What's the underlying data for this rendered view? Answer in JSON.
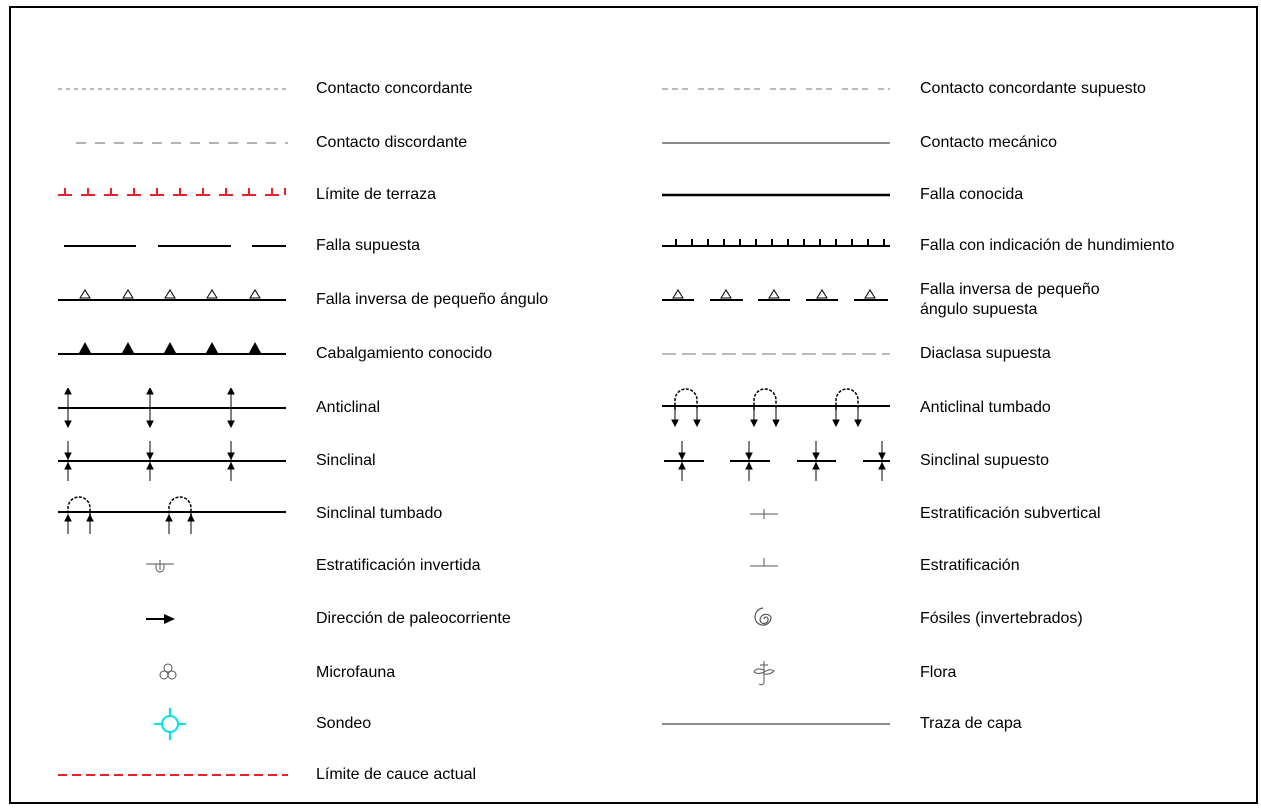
{
  "legend": {
    "left": [
      {
        "label": "Contacto concordante",
        "symbol": "dotted-line-icon"
      },
      {
        "label": "Contacto discordante",
        "symbol": "dashed-line-icon"
      },
      {
        "label": "Límite de terraza",
        "symbol": "red-terrace-line-icon"
      },
      {
        "label": "Falla supuesta",
        "symbol": "long-dash-line-icon"
      },
      {
        "label": "Falla inversa de pequeño ángulo",
        "symbol": "open-triangles-line-icon"
      },
      {
        "label": "Cabalgamiento conocido",
        "symbol": "filled-triangles-line-icon"
      },
      {
        "label": "Anticlinal",
        "symbol": "anticline-icon"
      },
      {
        "label": "Sinclinal",
        "symbol": "syncline-icon"
      },
      {
        "label": "Sinclinal tumbado",
        "symbol": "overturned-syncline-icon"
      },
      {
        "label": "Estratificación invertida",
        "symbol": "inverted-bedding-icon"
      },
      {
        "label": "Dirección de paleocorriente",
        "symbol": "arrow-right-icon"
      },
      {
        "label": "Microfauna",
        "symbol": "microfauna-icon"
      },
      {
        "label": "Sondeo",
        "symbol": "borehole-icon"
      },
      {
        "label": "Límite de cauce actual",
        "symbol": "red-dashed-line-icon"
      }
    ],
    "right": [
      {
        "label": "Contacto concordante supuesto",
        "symbol": "dash-dot-line-icon"
      },
      {
        "label": "Contacto mecánico",
        "symbol": "thin-solid-line-icon"
      },
      {
        "label": "Falla conocida",
        "symbol": "solid-line-icon"
      },
      {
        "label": "Falla con indicación de hundimiento",
        "symbol": "ticked-line-icon"
      },
      {
        "label": "Falla inversa de pequeño\nángulo supuesta",
        "symbol": "dashed-open-triangles-icon"
      },
      {
        "label": "Diaclasa supuesta",
        "symbol": "long-dashed-thin-line-icon"
      },
      {
        "label": "Anticlinal tumbado",
        "symbol": "overturned-anticline-icon"
      },
      {
        "label": "Sinclinal supuesto",
        "symbol": "supposed-syncline-icon"
      },
      {
        "label": "Estratificación subvertical",
        "symbol": "subvertical-bedding-icon"
      },
      {
        "label": "Estratificación",
        "symbol": "bedding-icon"
      },
      {
        "label": "Fósiles (invertebrados)",
        "symbol": "spiral-fossil-icon"
      },
      {
        "label": "Flora",
        "symbol": "flora-icon"
      },
      {
        "label": "Traza de capa",
        "symbol": "layer-trace-icon"
      }
    ]
  },
  "colors": {
    "red": "#e8202a",
    "cyan": "#00e5ee",
    "gray": "#808080",
    "black": "#000000"
  }
}
